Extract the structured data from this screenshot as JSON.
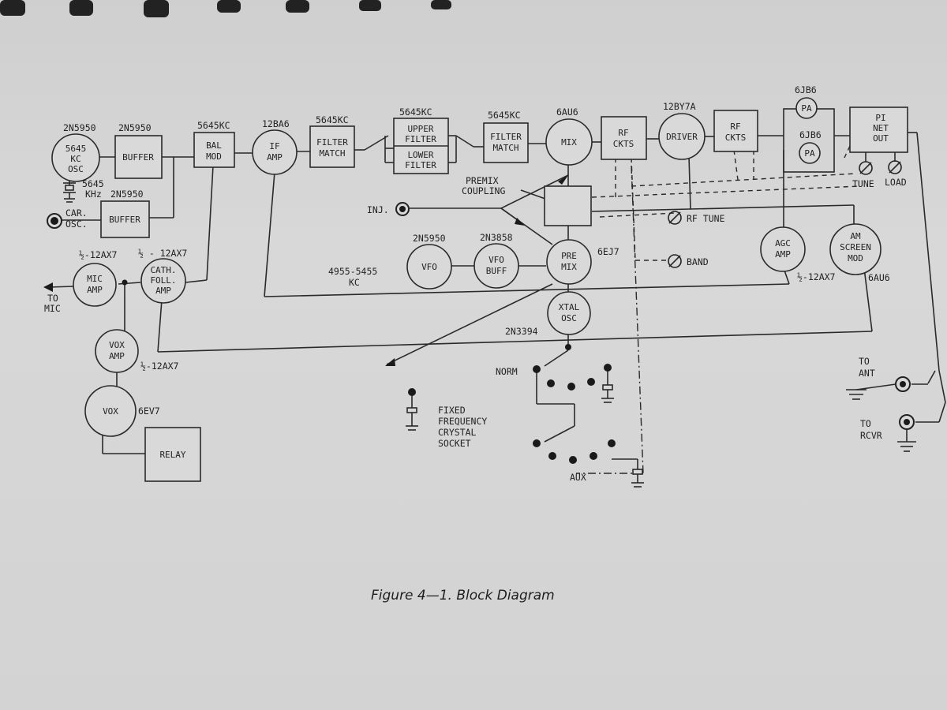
{
  "figure": {
    "caption": "Figure 4—1.  Block Diagram"
  },
  "blocks": [
    {
      "id": "osc5645",
      "shape": "circle",
      "lines": [
        "5645",
        "KC",
        "OSC"
      ],
      "label": "2N5950"
    },
    {
      "id": "buffer1",
      "shape": "rect",
      "lines": [
        "BUFFER"
      ],
      "label": "2N5950"
    },
    {
      "id": "buffer2",
      "shape": "rect",
      "lines": [
        "BUFFER"
      ],
      "label": "2N5950"
    },
    {
      "id": "balmod",
      "shape": "rect",
      "lines": [
        "BAL",
        "MOD"
      ],
      "label": "5645KC"
    },
    {
      "id": "ifamp",
      "shape": "circle",
      "lines": [
        "IF",
        "AMP"
      ],
      "label": "12BA6"
    },
    {
      "id": "filtermatch1",
      "shape": "rect",
      "lines": [
        "FILTER",
        "MATCH"
      ],
      "label": "5645KC"
    },
    {
      "id": "filterbank",
      "shape": "rect",
      "lines": [
        "UPPER",
        "FILTER",
        "LOWER",
        "FILTER"
      ],
      "label": "5645KC"
    },
    {
      "id": "filtermatch2",
      "shape": "rect",
      "lines": [
        "FILTER",
        "MATCH"
      ],
      "label": "5645KC"
    },
    {
      "id": "mix",
      "shape": "circle",
      "lines": [
        "MIX"
      ],
      "label": "6AU6"
    },
    {
      "id": "rfckts1",
      "shape": "rect",
      "lines": [
        "RF",
        "CKTS"
      ],
      "label": ""
    },
    {
      "id": "driver",
      "shape": "circle",
      "lines": [
        "DRIVER"
      ],
      "label": "12BY7A"
    },
    {
      "id": "rfckts2",
      "shape": "rect",
      "lines": [
        "RF",
        "CKTS"
      ],
      "label": ""
    },
    {
      "id": "pa1",
      "shape": "circle",
      "lines": [
        "PA"
      ],
      "label": "6JB6"
    },
    {
      "id": "pa2",
      "shape": "circle",
      "lines": [
        "PA"
      ],
      "label": "6JB6"
    },
    {
      "id": "pinet",
      "shape": "rect",
      "lines": [
        "PI",
        "NET",
        "OUT"
      ],
      "label": ""
    },
    {
      "id": "premixbox",
      "shape": "rect",
      "lines": [],
      "label": ""
    },
    {
      "id": "vfo",
      "shape": "circle",
      "lines": [
        "VFO"
      ],
      "label": "2N5950"
    },
    {
      "id": "vfobuff",
      "shape": "circle",
      "lines": [
        "VFO",
        "BUFF"
      ],
      "label": "2N3858"
    },
    {
      "id": "premix",
      "shape": "circle",
      "lines": [
        "PRE",
        "MIX"
      ],
      "label": "6EJ7"
    },
    {
      "id": "xtalosc",
      "shape": "circle",
      "lines": [
        "XTAL",
        "OSC"
      ],
      "label": "2N3394"
    },
    {
      "id": "agcamp",
      "shape": "circle",
      "lines": [
        "AGC",
        "AMP"
      ],
      "label": "½-12AX7"
    },
    {
      "id": "amscreen",
      "shape": "circle",
      "lines": [
        "AM",
        "SCREEN",
        "MOD"
      ],
      "label": "6AU6"
    },
    {
      "id": "micamp",
      "shape": "circle",
      "lines": [
        "MIC",
        "AMP"
      ],
      "label": "½-12AX7"
    },
    {
      "id": "cathfoll",
      "shape": "circle",
      "lines": [
        "CATH.",
        "FOLL.",
        "AMP"
      ],
      "label": "½ - 12AX7"
    },
    {
      "id": "voxamp",
      "shape": "circle",
      "lines": [
        "VOX",
        "AMP"
      ],
      "label": "½-12AX7"
    },
    {
      "id": "vox",
      "shape": "circle",
      "lines": [
        "VOX"
      ],
      "label": "6EV7"
    },
    {
      "id": "relay",
      "shape": "rect",
      "lines": [
        "RELAY"
      ],
      "label": ""
    }
  ],
  "labels": {
    "crystal_freq": "5645",
    "crystal_unit": "KHz",
    "car_osc": [
      "CAR.",
      "OSC."
    ],
    "to_mic": [
      "TO",
      "MIC"
    ],
    "inj": "INJ.",
    "premix_coupling": [
      "PREMIX",
      "COUPLING"
    ],
    "vfo_range": [
      "4955-5455",
      "KC"
    ],
    "rf_tune": "RF TUNE",
    "band": "BAND",
    "tune": "TUNE",
    "load": "LOAD",
    "to_ant": [
      "TO",
      "ANT"
    ],
    "to_rcvr": [
      "TO",
      "RCVR"
    ],
    "norm": "NORM",
    "aux": "AUX",
    "fixed_crystal": [
      "FIXED",
      "FREQUENCY",
      "CRYSTAL",
      "SOCKET"
    ]
  }
}
